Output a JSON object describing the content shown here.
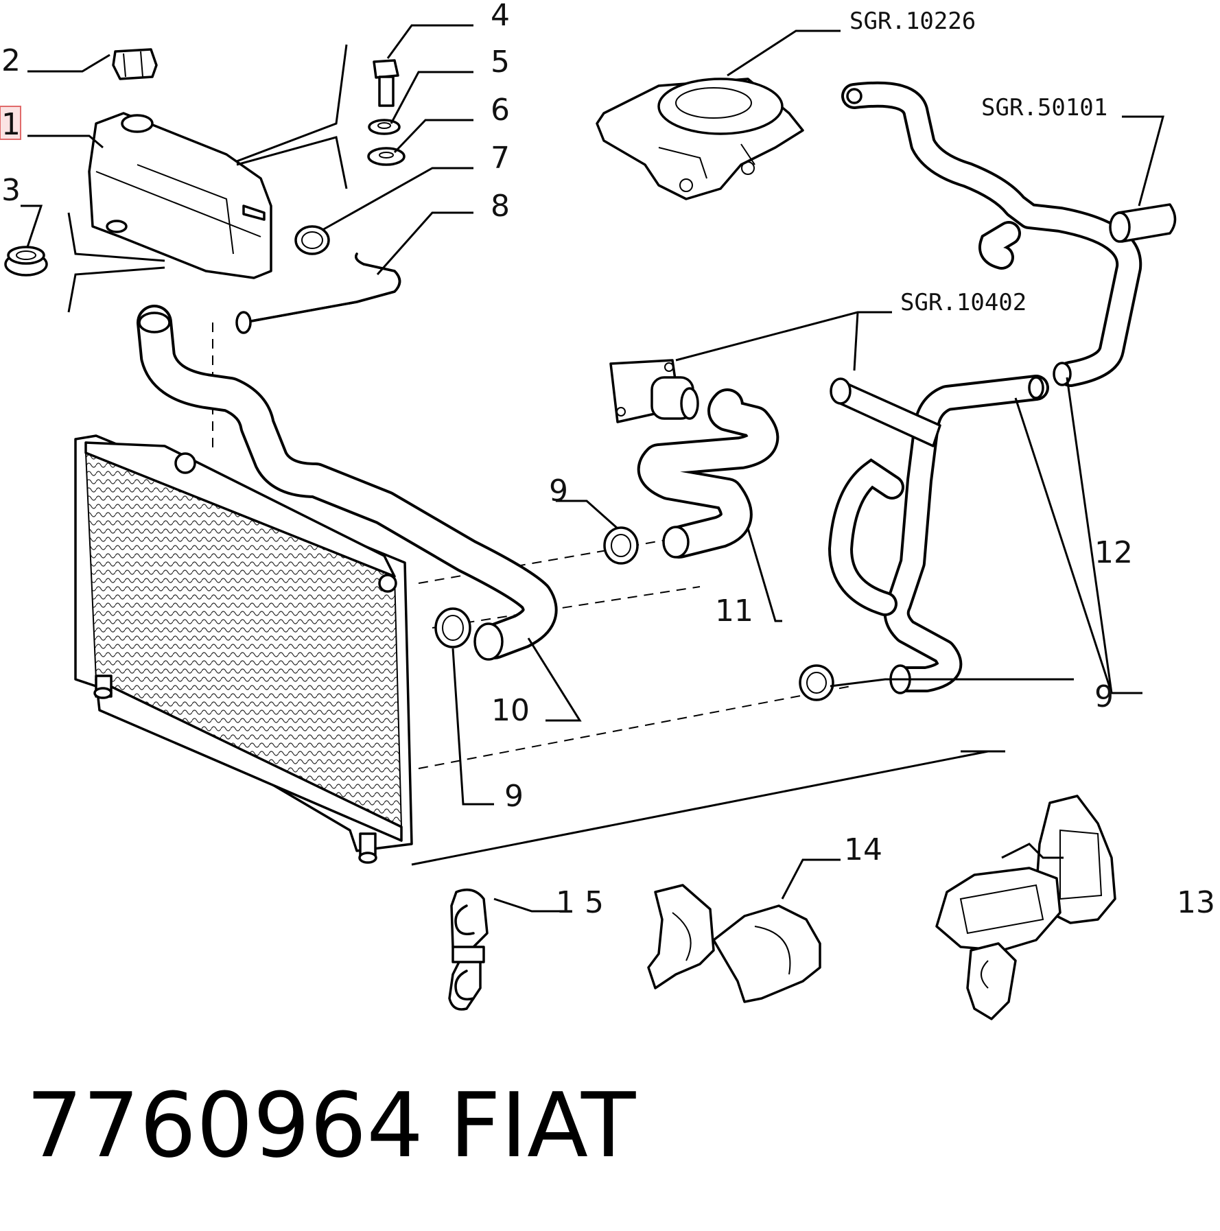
{
  "callouts": {
    "c1": "1",
    "c2": "2",
    "c3": "3",
    "c4": "4",
    "c5": "5",
    "c6": "6",
    "c7": "7",
    "c8": "8",
    "c9a": "9",
    "c9b": "9",
    "c9c": "9",
    "c10": "10",
    "c11": "11",
    "c12": "12",
    "c13": "13",
    "c14": "14",
    "c15": "1 5"
  },
  "references": {
    "sgr_10226": "SGR.10226",
    "sgr_50101": "SGR.50101",
    "sgr_10402": "SGR.10402"
  },
  "footer": {
    "part_number": "7760964",
    "brand": "FIAT"
  },
  "colors": {
    "highlight_border": "#e06a6a",
    "highlight_fill": "#fbe3e3",
    "line": "#000000"
  }
}
